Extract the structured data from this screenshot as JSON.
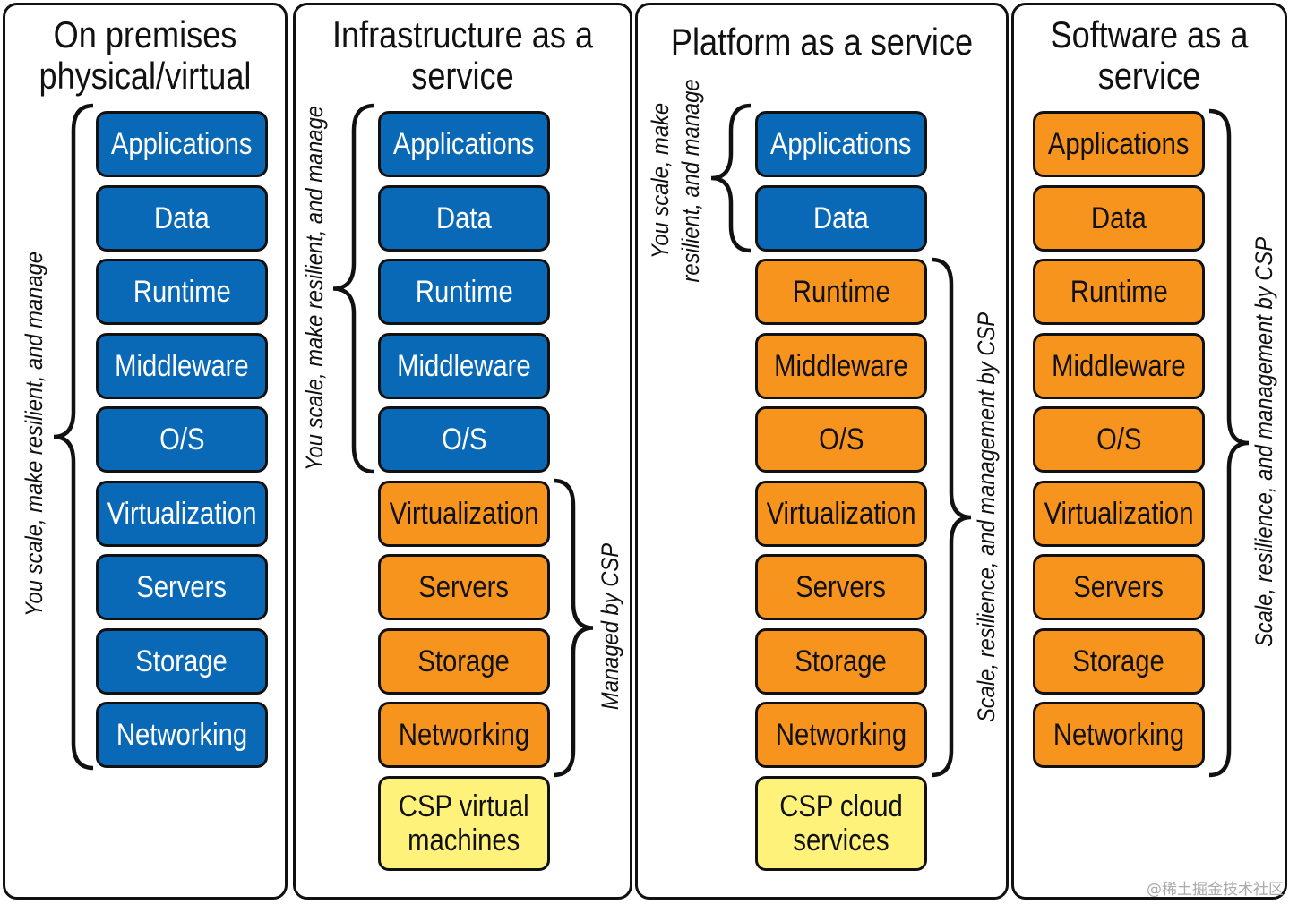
{
  "colors": {
    "customer_managed": "#0a69b6",
    "csp_managed": "#f7941d",
    "csp_offering": "#fff27a"
  },
  "panels": [
    {
      "title": "On premises\nphysical/virtual",
      "layers": [
        {
          "label": "Applications",
          "owner": "customer"
        },
        {
          "label": "Data",
          "owner": "customer"
        },
        {
          "label": "Runtime",
          "owner": "customer"
        },
        {
          "label": "Middleware",
          "owner": "customer"
        },
        {
          "label": "O/S",
          "owner": "customer"
        },
        {
          "label": "Virtualization",
          "owner": "customer"
        },
        {
          "label": "Servers",
          "owner": "customer"
        },
        {
          "label": "Storage",
          "owner": "customer"
        },
        {
          "label": "Networking",
          "owner": "customer"
        }
      ],
      "braces": [
        {
          "label": "You scale, make resilient, and manage"
        }
      ]
    },
    {
      "title": "Infrastructure as a\nservice",
      "layers": [
        {
          "label": "Applications",
          "owner": "customer"
        },
        {
          "label": "Data",
          "owner": "customer"
        },
        {
          "label": "Runtime",
          "owner": "customer"
        },
        {
          "label": "Middleware",
          "owner": "customer"
        },
        {
          "label": "O/S",
          "owner": "customer"
        },
        {
          "label": "Virtualization",
          "owner": "csp"
        },
        {
          "label": "Servers",
          "owner": "csp"
        },
        {
          "label": "Storage",
          "owner": "csp"
        },
        {
          "label": "Networking",
          "owner": "csp"
        },
        {
          "label": "CSP virtual\nmachines",
          "owner": "offering"
        }
      ],
      "braces": [
        {
          "label": "You scale, make resilient, and manage"
        },
        {
          "label": "Managed by CSP"
        }
      ]
    },
    {
      "title": "Platform as a service",
      "layers": [
        {
          "label": "Applications",
          "owner": "customer"
        },
        {
          "label": "Data",
          "owner": "customer"
        },
        {
          "label": "Runtime",
          "owner": "csp"
        },
        {
          "label": "Middleware",
          "owner": "csp"
        },
        {
          "label": "O/S",
          "owner": "csp"
        },
        {
          "label": "Virtualization",
          "owner": "csp"
        },
        {
          "label": "Servers",
          "owner": "csp"
        },
        {
          "label": "Storage",
          "owner": "csp"
        },
        {
          "label": "Networking",
          "owner": "csp"
        },
        {
          "label": "CSP cloud\nservices",
          "owner": "offering"
        }
      ],
      "braces": [
        {
          "label": "You scale, make",
          "label2": "resilient, and manage"
        },
        {
          "label": "Scale, resilience, and management by CSP"
        }
      ]
    },
    {
      "title": "Software as a\nservice",
      "layers": [
        {
          "label": "Applications",
          "owner": "csp"
        },
        {
          "label": "Data",
          "owner": "csp"
        },
        {
          "label": "Runtime",
          "owner": "csp"
        },
        {
          "label": "Middleware",
          "owner": "csp"
        },
        {
          "label": "O/S",
          "owner": "csp"
        },
        {
          "label": "Virtualization",
          "owner": "csp"
        },
        {
          "label": "Servers",
          "owner": "csp"
        },
        {
          "label": "Storage",
          "owner": "csp"
        },
        {
          "label": "Networking",
          "owner": "csp"
        }
      ],
      "braces": [
        {
          "label": "Scale, resilience, and management by CSP"
        }
      ]
    }
  ],
  "watermark": "@稀土掘金技术社区"
}
